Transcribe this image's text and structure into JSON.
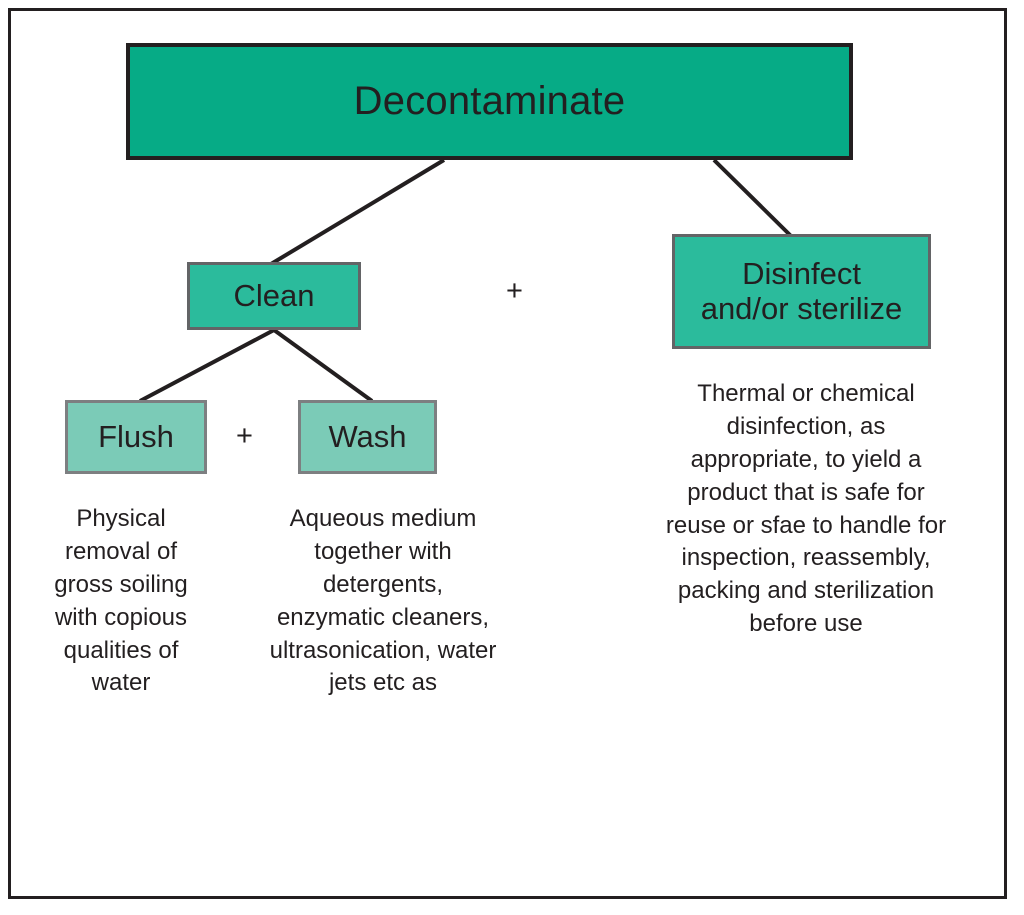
{
  "diagram": {
    "title_node": {
      "label": "Decontaminate"
    },
    "nodes": [
      {
        "id": "clean",
        "label": "Clean"
      },
      {
        "id": "disinfect",
        "label": "Disinfect\nand/or sterilize"
      },
      {
        "id": "flush",
        "label": "Flush"
      },
      {
        "id": "wash",
        "label": "Wash"
      }
    ],
    "operators": {
      "between_clean_and_disinfect": "+",
      "between_flush_and_wash": "+"
    },
    "captions": {
      "flush": "Physical removal of gross soiling with copious qualities of water",
      "wash": "Aqueous medium together with detergents, enzymatic cleaners, ultrasonication, water jets etc as",
      "disinfect": "Thermal or chemical disinfection, as appropriate, to yield a product that is safe for reuse or sfae to handle for inspection, reassembly, packing and sterilization before use"
    },
    "colors": {
      "root_fill": "#06ab86",
      "level2_fill": "#2bbb9c",
      "level3_fill": "#7bcbb7",
      "root_border": "#231f20",
      "node_border": "#636466",
      "leaf_border": "#7d7f81",
      "text": "#231f20",
      "connector": "#231f20",
      "frame": "#231f20",
      "background": "#ffffff"
    }
  }
}
